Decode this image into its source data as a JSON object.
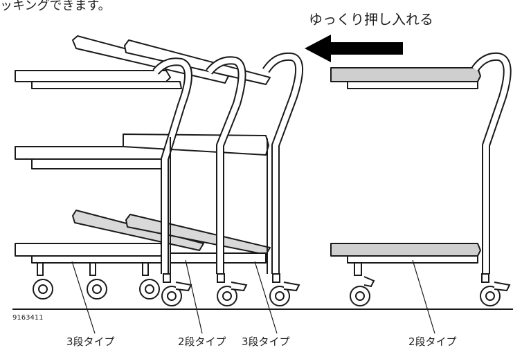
{
  "header_text": "ッキングできます。",
  "arrow_label": "ゆっくり押し入れる",
  "figure_id": "9163411",
  "callouts": [
    {
      "id": "three-tier-left",
      "label": "3段タイプ"
    },
    {
      "id": "two-tier-middle",
      "label": "2段タイプ"
    },
    {
      "id": "three-tier-middle",
      "label": "3段タイプ"
    },
    {
      "id": "two-tier-right",
      "label": "2段タイプ"
    }
  ],
  "colors": {
    "line": "#1a1a1a",
    "shelf_gray": "#cfcfcf",
    "arrow": "#000000"
  },
  "icons": {
    "direction": "arrow-left-icon",
    "caster": "caster-wheel-icon"
  }
}
